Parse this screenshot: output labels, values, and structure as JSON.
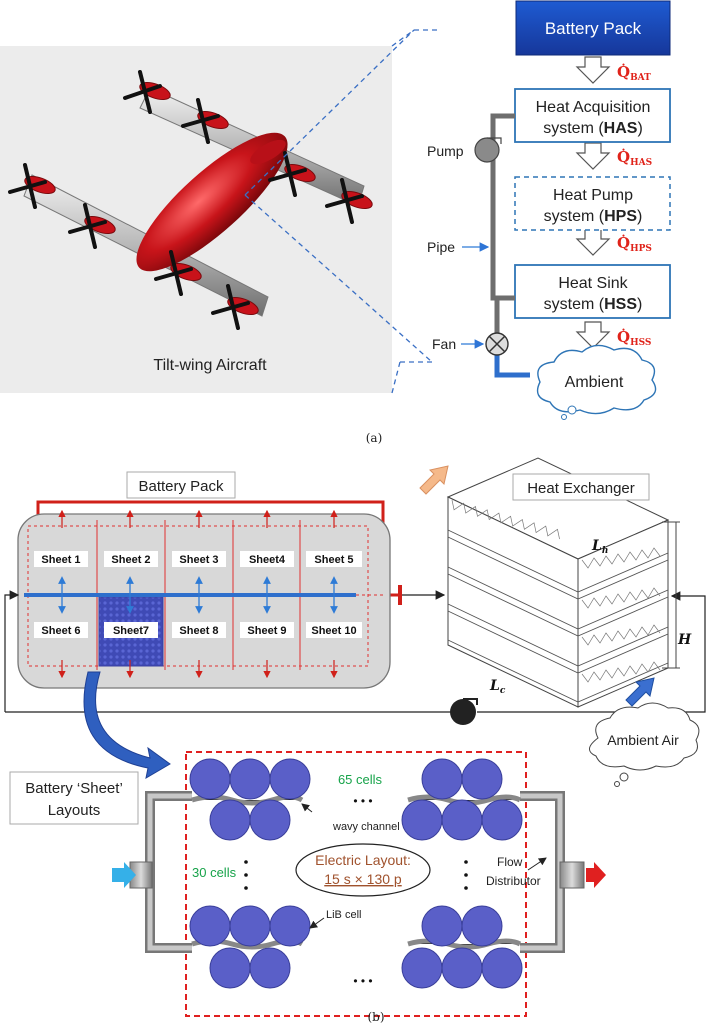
{
  "panel_a": {
    "caption": "(a)",
    "aircraft_label": "Tilt-wing Aircraft",
    "battery_pack": "Battery Pack",
    "has_line1": "Heat Acquisition",
    "has_line2_pre": "system (",
    "has_abbr": "HAS",
    "hps_line1": "Heat Pump",
    "hps_line2_pre": "system (",
    "hps_abbr": "HPS",
    "hss_line1": "Heat Sink",
    "hss_line2_pre": "system (",
    "hss_abbr": "HSS",
    "close_paren": ")",
    "ambient": "Ambient",
    "pump": "Pump",
    "pipe": "Pipe",
    "fan": "Fan",
    "q_symbol": "Q̇",
    "q_bat": "BAT",
    "q_has": "HAS",
    "q_hps": "HPS",
    "q_hss": "HSS",
    "colors": {
      "accent_red": "#e0231a",
      "box_blue": "#2e75b6",
      "battery_fill": "#1f4fb4"
    }
  },
  "panel_b": {
    "caption": "(b)",
    "battery_pack": "Battery Pack",
    "heat_exchanger": "Heat Exchanger",
    "sheets_top": [
      "Sheet 1",
      "Sheet 2",
      "Sheet 3",
      "Sheet4",
      "Sheet 5"
    ],
    "sheets_bottom": [
      "Sheet 6",
      "Sheet7",
      "Sheet 8",
      "Sheet 9",
      "Sheet 10"
    ],
    "lh_main": "L",
    "lh_sub": "h",
    "lc_main": "L",
    "lc_sub": "c",
    "h_label": "H",
    "ambient_air": "Ambient Air",
    "sheet_layouts_line1": "Battery ‘Sheet’",
    "sheet_layouts_line2": "Layouts",
    "cells_65": "65 cells",
    "cells_30": "30 cells",
    "wavy_channel": "wavy channel",
    "electric_layout_line1": "Electric Layout:",
    "electric_layout_line2": "15 s × 130 p",
    "lib_cell": "LiB cell",
    "flow_line1": "Flow",
    "flow_line2": "Distributor",
    "dots_horizontal": "•   •   •",
    "colors": {
      "cell": "#5a5fc8",
      "red_line": "#d0201a",
      "dashed": "#e02020"
    }
  }
}
